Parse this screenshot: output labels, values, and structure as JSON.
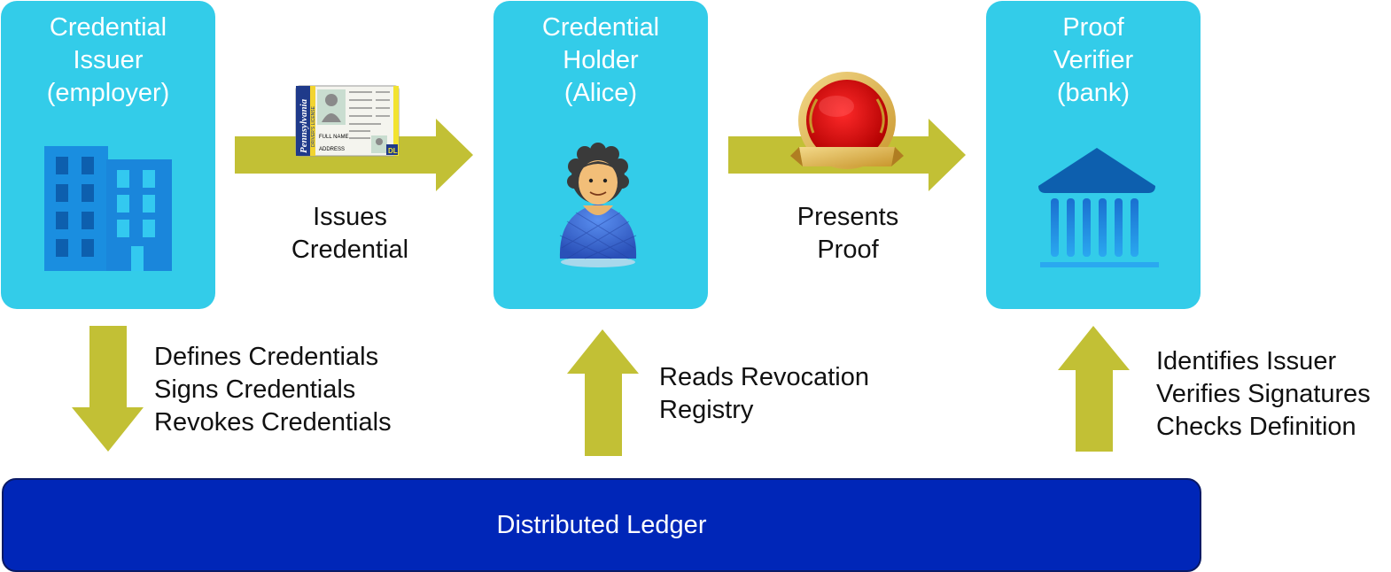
{
  "boxes": {
    "issuer": {
      "line1": "Credential",
      "line2": "Issuer",
      "line3": "(employer)"
    },
    "holder": {
      "line1": "Credential",
      "line2": "Holder",
      "line3": "(Alice)"
    },
    "verifier": {
      "line1": "Proof",
      "line2": "Verifier",
      "line3": "(bank)"
    }
  },
  "flows": {
    "issues": {
      "line1": "Issues",
      "line2": "Credential"
    },
    "presents": {
      "line1": "Presents",
      "line2": "Proof"
    }
  },
  "ledger_actions": {
    "issuer": {
      "line1": "Defines Credentials",
      "line2": "Signs Credentials",
      "line3": "Revokes Credentials"
    },
    "holder": {
      "line1": "Reads Revocation",
      "line2": "Registry"
    },
    "verifier": {
      "line1": "Identifies Issuer",
      "line2": "Verifies Signatures",
      "line3": "Checks Definition"
    }
  },
  "ledger": {
    "label": "Distributed Ledger"
  },
  "license_card": {
    "state": "Pennsylvania",
    "type": "DRIVER'S LICENSE",
    "name_label": "FULL NAME",
    "address_label": "ADDRESS",
    "badge": "DL"
  },
  "icons": {
    "issuer": "office-building-icon",
    "holder": "person-avatar-icon",
    "verifier": "bank-building-icon",
    "credential": "drivers-license-icon",
    "proof": "seal-medal-icon"
  },
  "colors": {
    "box": "#33cce9",
    "arrow": "#c2c035",
    "ledger": "#0026b8",
    "text_on_box": "#ffffff"
  }
}
